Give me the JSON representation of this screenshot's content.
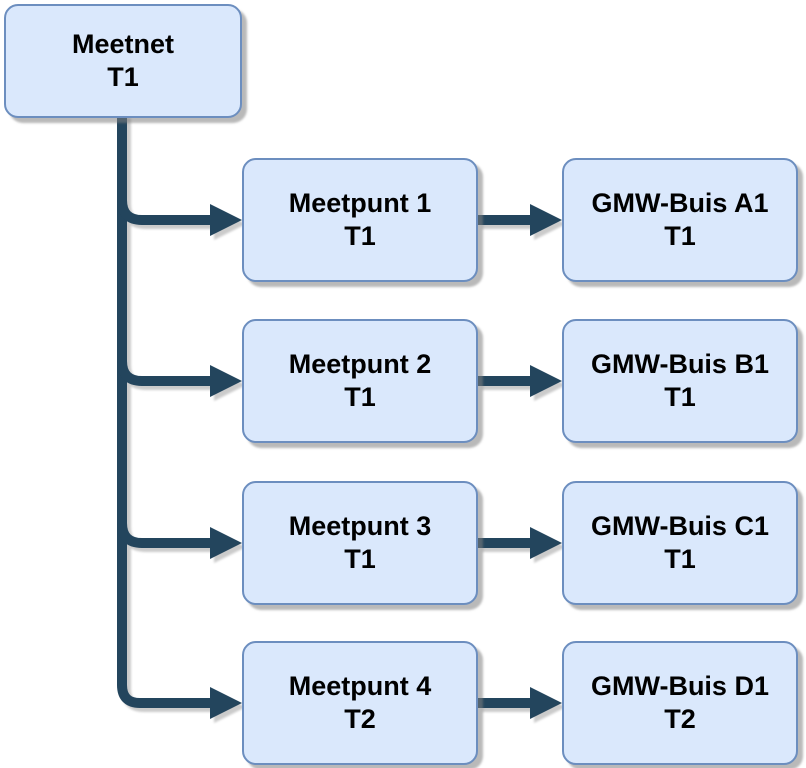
{
  "diagram": {
    "background": "#ffffff",
    "colors": {
      "node_fill": "#dae8fc",
      "node_border": "#6c8ebf",
      "connector": "#23455d",
      "text": "#000000",
      "shadow": "#b3b3b3"
    },
    "root": {
      "label": "Meetnet",
      "period": "T1"
    },
    "rows": [
      {
        "meetpunt": {
          "label": "Meetpunt 1",
          "period": "T1"
        },
        "gmw_buis": {
          "label": "GMW-Buis A1",
          "period": "T1"
        }
      },
      {
        "meetpunt": {
          "label": "Meetpunt 2",
          "period": "T1"
        },
        "gmw_buis": {
          "label": "GMW-Buis B1",
          "period": "T1"
        }
      },
      {
        "meetpunt": {
          "label": "Meetpunt 3",
          "period": "T1"
        },
        "gmw_buis": {
          "label": "GMW-Buis C1",
          "period": "T1"
        }
      },
      {
        "meetpunt": {
          "label": "Meetpunt 4",
          "period": "T2"
        },
        "gmw_buis": {
          "label": "GMW-Buis D1",
          "period": "T2"
        }
      }
    ]
  }
}
